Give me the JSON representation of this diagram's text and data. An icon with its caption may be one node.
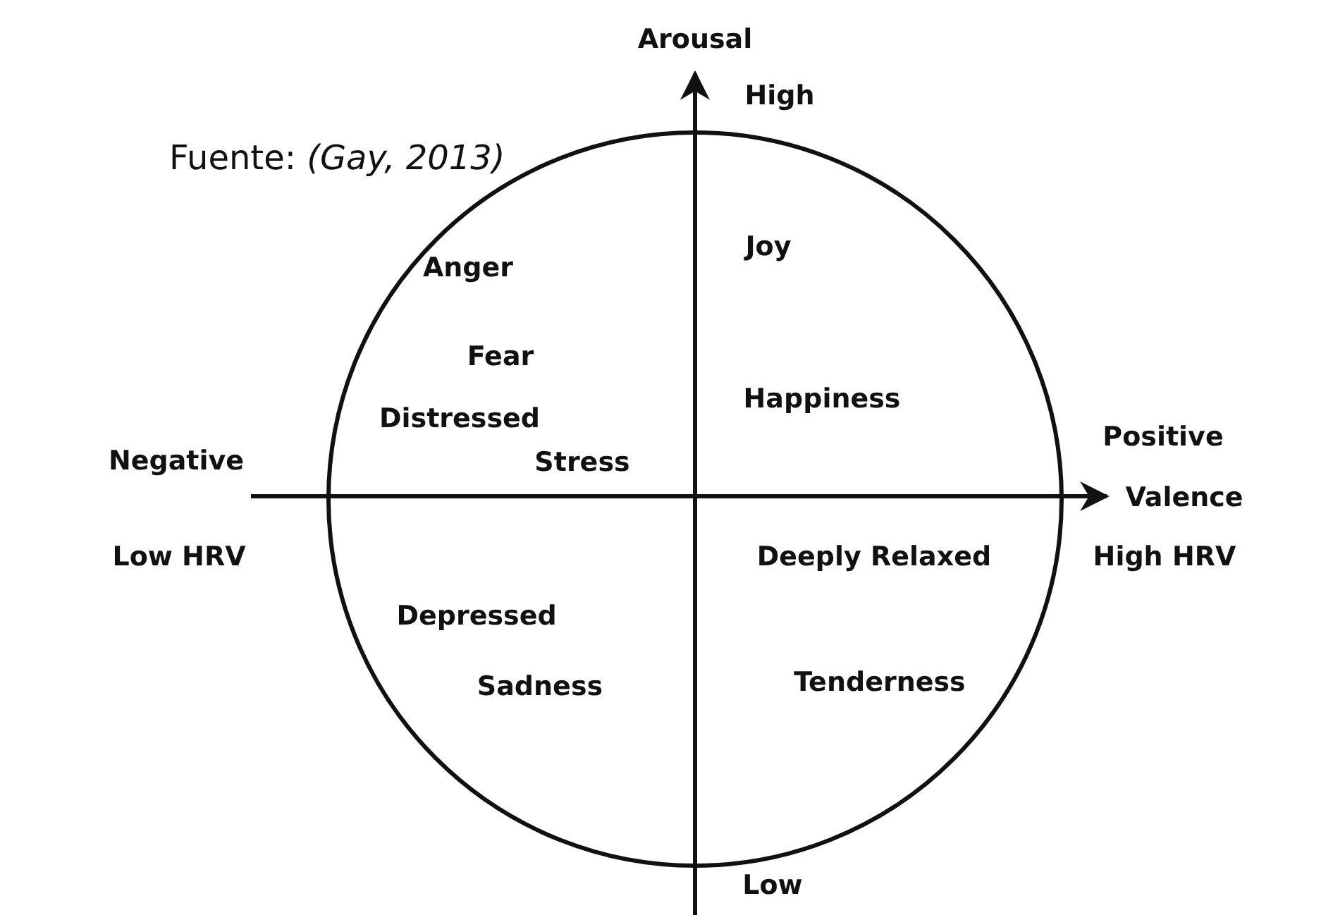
{
  "diagram": {
    "caption": "Fuente: *(Gay, 2013)*",
    "labels": [
      "Arousal",
      "High",
      "Joy",
      "Anger",
      "Fear",
      "Happiness",
      "Distressed",
      "Positive",
      "Negative",
      "Stress",
      "Valence",
      "Low HRV",
      "Deeply Relaxed",
      "High HRV",
      "Depressed",
      "Sadness",
      "Tenderness",
      "Low"
    ]
  }
}
